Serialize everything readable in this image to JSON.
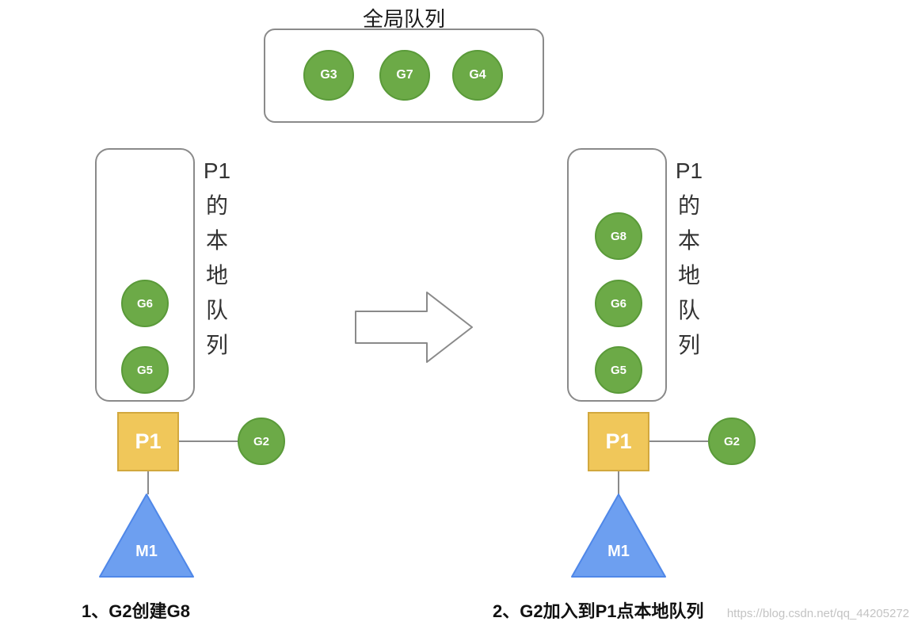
{
  "global_queue": {
    "title": "全局队列",
    "items": [
      "G3",
      "G7",
      "G4"
    ]
  },
  "left_panel": {
    "queue_label": [
      "P1",
      "的",
      "本",
      "地",
      "队",
      "列"
    ],
    "queue_items": [
      "G6",
      "G5"
    ],
    "processor": "P1",
    "goroutine": "G2",
    "machine": "M1",
    "caption": "1、G2创建G8"
  },
  "right_panel": {
    "queue_label": [
      "P1",
      "的",
      "本",
      "地",
      "队",
      "列"
    ],
    "queue_items": [
      "G8",
      "G6",
      "G5"
    ],
    "processor": "P1",
    "goroutine": "G2",
    "machine": "M1",
    "caption": "2、G2加入到P1点本地队列"
  },
  "watermark": "https://blog.csdn.net/qq_44205272",
  "colors": {
    "goroutine_green": "#6caa47",
    "goroutine_green_border": "#5a9a39",
    "processor_yellow": "#f0c75a",
    "processor_yellow_border": "#d2a83e",
    "machine_blue": "#6d9ff0",
    "machine_blue_border": "#4f87e8",
    "line_gray": "#8a8a8a"
  }
}
